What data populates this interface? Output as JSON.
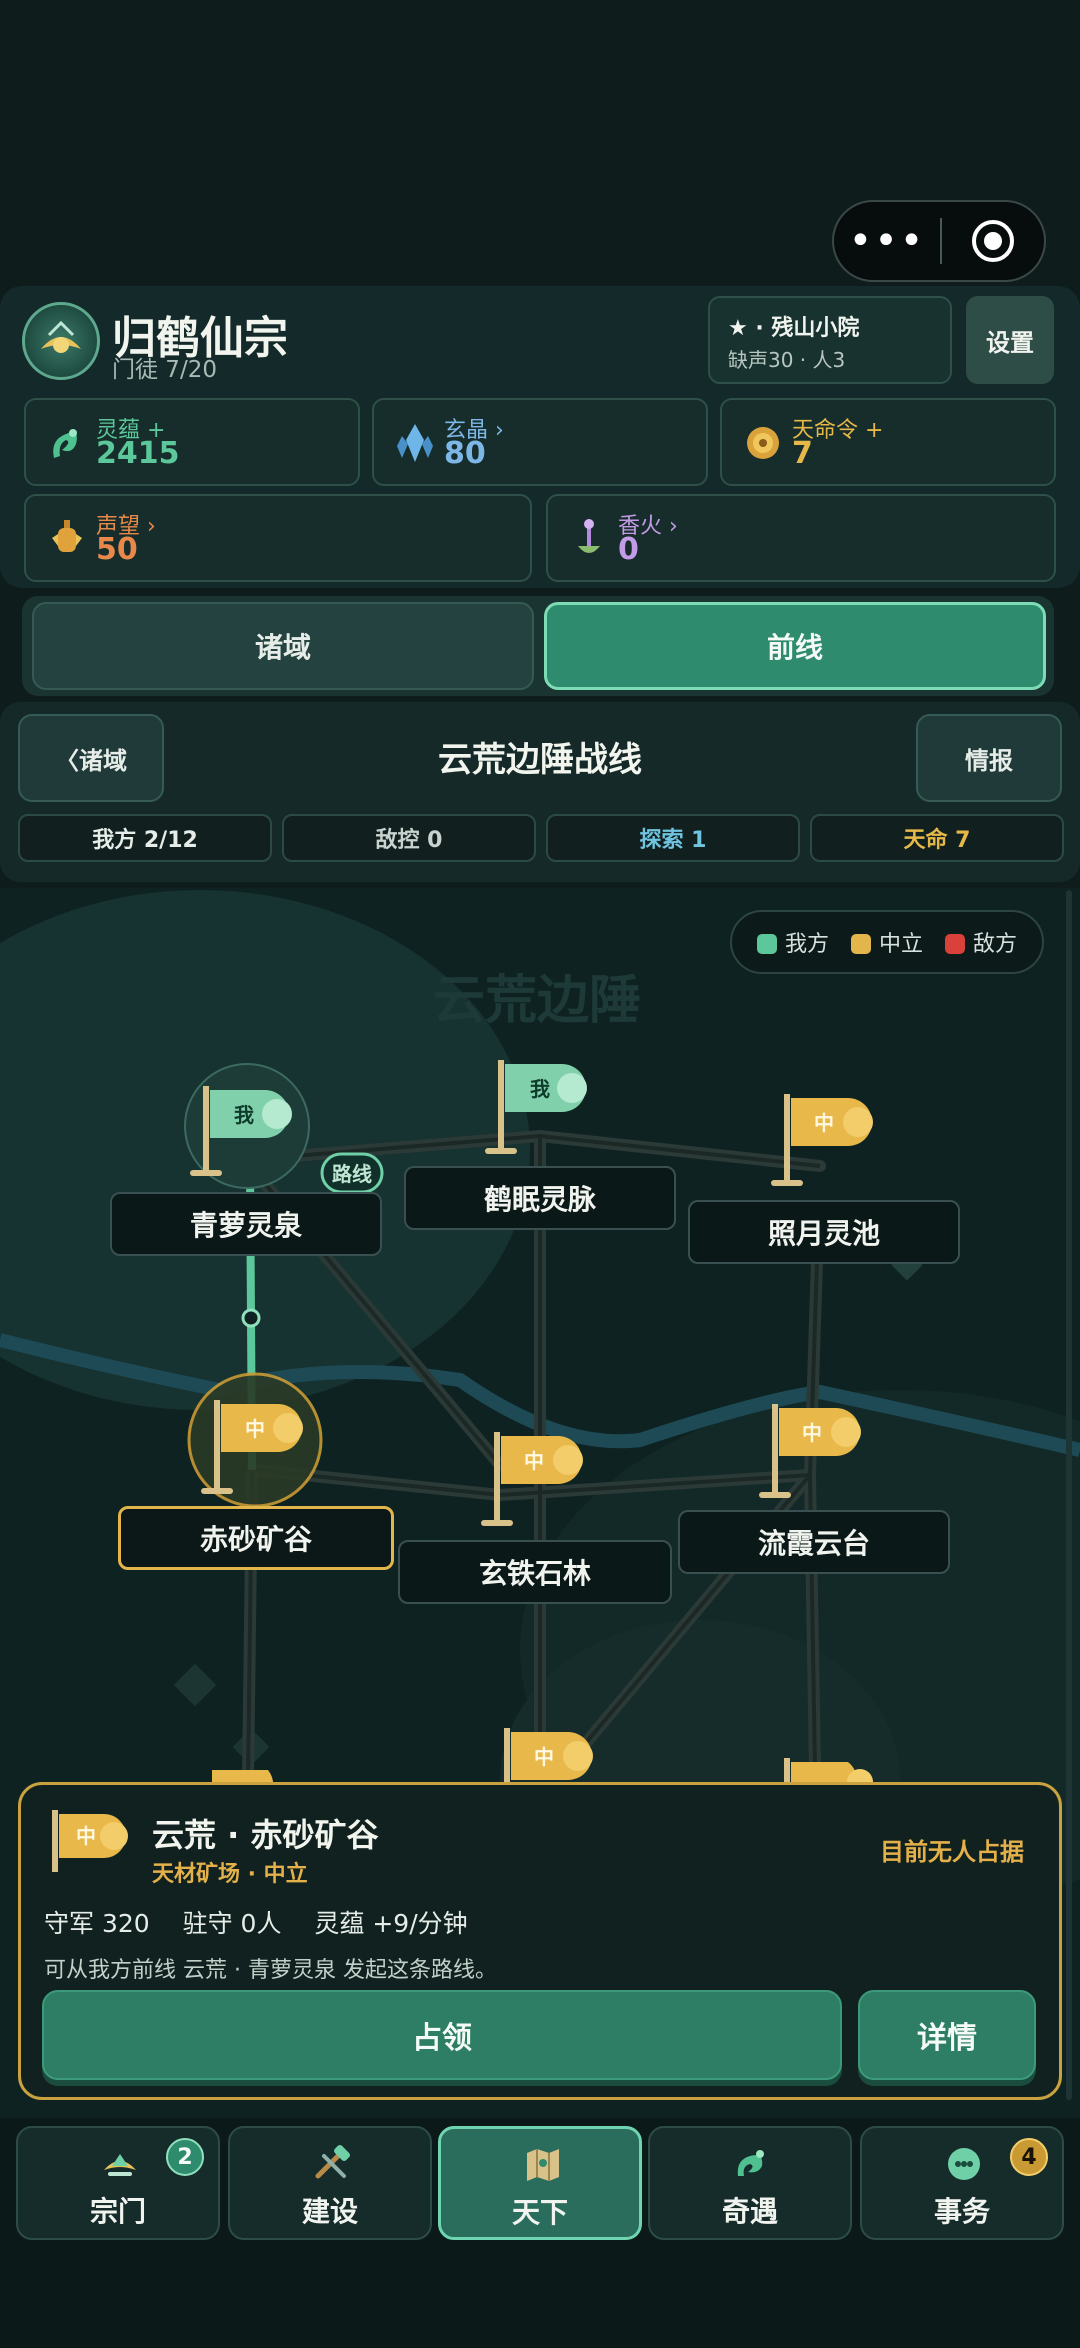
{
  "header": {
    "sect_name": "归鹤仙宗",
    "disciples": "门徒 7/20",
    "site_line1": "★ · 残山小院",
    "site_line2": "缺声30 · 人3",
    "settings_label": "设置"
  },
  "resources": [
    {
      "label": "灵蕴 +",
      "value": "2415",
      "color": "#5cc79a",
      "icon": "spirit-dragon-icon"
    },
    {
      "label": "玄晶 ›",
      "value": "80",
      "color": "#7db7e6",
      "icon": "crystal-icon"
    },
    {
      "label": "天命令 +",
      "value": "7",
      "color": "#e6b84a",
      "icon": "destiny-token-icon"
    },
    {
      "label": "声望 ›",
      "value": "50",
      "color": "#e8884a",
      "icon": "prestige-lantern-icon"
    },
    {
      "label": "香火 ›",
      "value": "0",
      "color": "#c49be6",
      "icon": "incense-icon"
    }
  ],
  "tabs": {
    "region": "诸域",
    "front": "前线"
  },
  "war": {
    "back_label": "〈诸域",
    "title": "云荒边陲战线",
    "intel_label": "情报",
    "stats": [
      {
        "label": "我方 2/12",
        "color": "#e6ede8"
      },
      {
        "label": "敌控 0",
        "color": "#c8d2ce"
      },
      {
        "label": "探索 1",
        "color": "#6fc4e0"
      },
      {
        "label": "天命 7",
        "color": "#e6b84a"
      }
    ]
  },
  "map": {
    "watermark": "云荒边陲",
    "legend": [
      {
        "label": "我方",
        "color": "#5cc79a"
      },
      {
        "label": "中立",
        "color": "#e3b64b"
      },
      {
        "label": "敌方",
        "color": "#d9413a"
      }
    ],
    "route_badge": "路线",
    "flag_own": "我",
    "flag_neutral": "中",
    "nodes": {
      "qingluo": "青萝灵泉",
      "hemian": "鹤眠灵脉",
      "zhaoyue": "照月灵池",
      "chisha": "赤砂矿谷",
      "xuantie": "玄铁石林",
      "liuxia": "流霞云台"
    },
    "colors": {
      "own": "#6fcfa6",
      "neutral": "#e8b84b",
      "route": "#5cc79a",
      "path": "#2a3a38"
    }
  },
  "info": {
    "flag": "中",
    "title": "云荒 · 赤砂矿谷",
    "subtitle": "天材矿场 · 中立",
    "status": "目前无人占据",
    "stats": "守军 320　 驻守 0人　 灵蕴 +9/分钟",
    "hint": "可从我方前线 云荒 · 青萝灵泉 发起这条路线。",
    "occupy_label": "占领",
    "detail_label": "详情"
  },
  "nav": [
    {
      "label": "宗门",
      "icon": "sect-lotus-icon",
      "badge": "2"
    },
    {
      "label": "建设",
      "icon": "build-tools-icon",
      "badge": ""
    },
    {
      "label": "天下",
      "icon": "world-map-icon",
      "badge": ""
    },
    {
      "label": "奇遇",
      "icon": "encounter-dragon-icon",
      "badge": ""
    },
    {
      "label": "事务",
      "icon": "affairs-icon",
      "badge": "4"
    }
  ]
}
